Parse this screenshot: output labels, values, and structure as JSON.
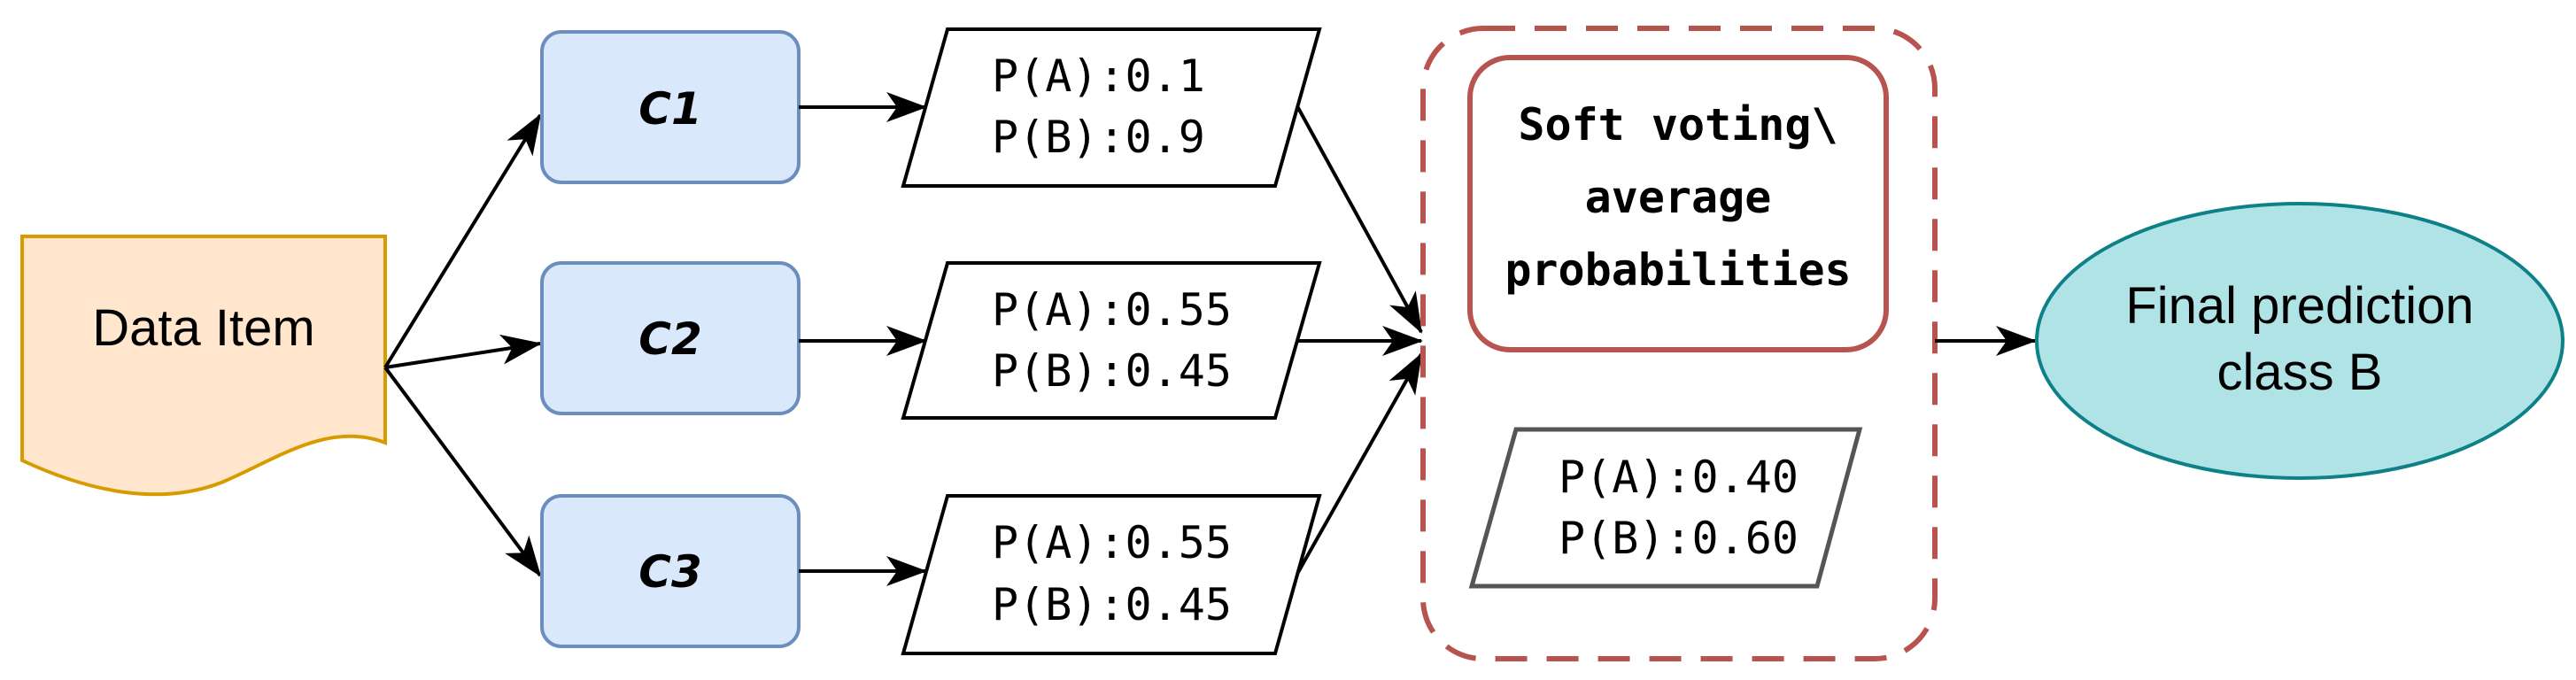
{
  "data_item": {
    "label": "Data Item",
    "fill": "#FFE6CC",
    "stroke": "#D79B00"
  },
  "classifiers": [
    {
      "label": "C1",
      "p_a": "P(A):0.1",
      "p_b": "P(B):0.9"
    },
    {
      "label": "C2",
      "p_a": "P(A):0.55",
      "p_b": "P(B):0.45"
    },
    {
      "label": "C3",
      "p_a": "P(A):0.55",
      "p_b": "P(B):0.45"
    }
  ],
  "classifier_style": {
    "fill": "#DAE8FC",
    "stroke": "#6C8EBF"
  },
  "voting": {
    "lines": [
      "Soft voting\\",
      "average",
      "probabilities"
    ],
    "stroke": "#B85450",
    "group_stroke": "#B85450",
    "result_a": "P(A):0.40",
    "result_b": "P(B):0.60"
  },
  "final": {
    "line1": "Final prediction",
    "line2": "class B",
    "fill": "#B0E3E6",
    "stroke": "#0E8088"
  }
}
